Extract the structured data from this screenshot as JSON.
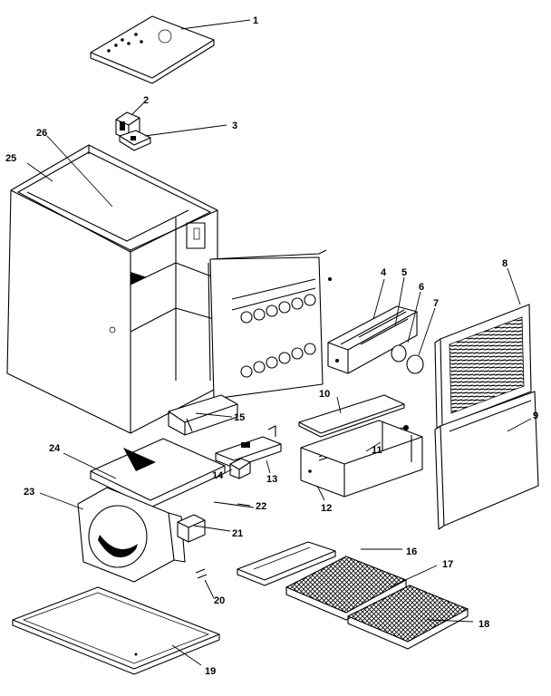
{
  "callouts": [
    "1",
    "2",
    "3",
    "4",
    "5",
    "6",
    "7",
    "8",
    "9",
    "10",
    "11",
    "12",
    "13",
    "14",
    "15",
    "16",
    "17",
    "18",
    "19",
    "20",
    "21",
    "22",
    "23",
    "24",
    "25",
    "26"
  ],
  "colors": {
    "line": "#000000",
    "paper": "#ffffff"
  }
}
